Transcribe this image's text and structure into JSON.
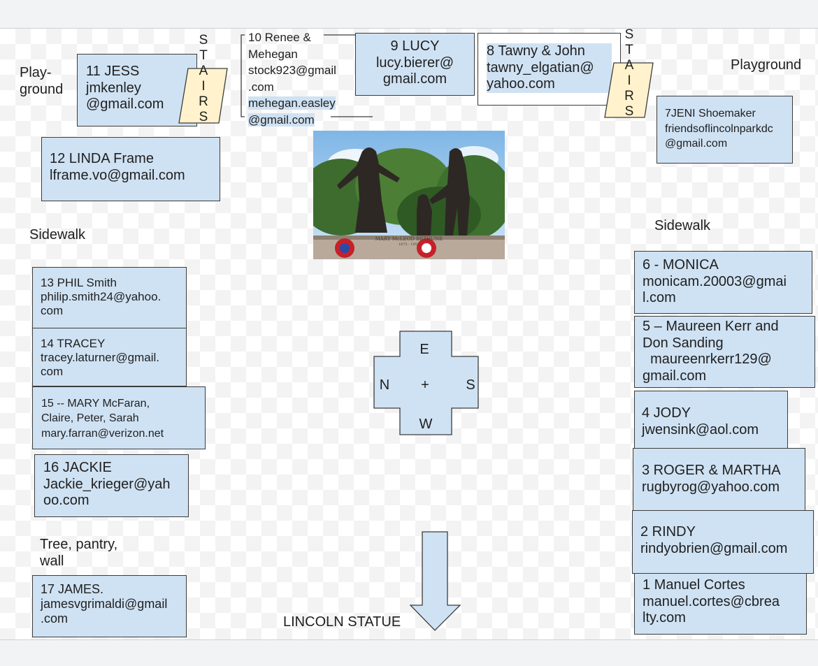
{
  "areas": {
    "playground_left": "Play-\nground",
    "playground_right": "Playground",
    "sidewalk_left": "Sidewalk",
    "sidewalk_right": "Sidewalk",
    "tree_pantry": "Tree, pantry,\nwall",
    "lincoln_statue": "LINCOLN STATUE"
  },
  "stairs_letters": [
    "S",
    "T",
    "A",
    "I",
    "R",
    "S"
  ],
  "compass": {
    "e": "E",
    "n": "N",
    "s": "S",
    "w": "W",
    "center": "+"
  },
  "photo": {
    "subject": "Mary McLeod Bethune statue",
    "plaque_name": "MARY McLEOD BETHUNE",
    "plaque_years": "1875 - 1955"
  },
  "colors": {
    "box_fill": "#cfe2f3",
    "stairs_fill": "#fff2cc"
  },
  "plots": [
    {
      "id": "p1",
      "lines": [
        "1 Manuel Cortes",
        "manuel.cortes@cbrea",
        "lty.com"
      ]
    },
    {
      "id": "p2",
      "lines": [
        "2 RINDY",
        "rindyobrien@gmail.com"
      ]
    },
    {
      "id": "p3",
      "lines": [
        "3 ROGER & MARTHA",
        "rugbyrog@yahoo.com"
      ]
    },
    {
      "id": "p4",
      "lines": [
        "4 JODY",
        "jwensink@aol.com"
      ]
    },
    {
      "id": "p5",
      "lines": [
        "5 – Maureen Kerr and",
        "Don Sanding",
        "  maureenrkerr129@",
        "gmail.com"
      ]
    },
    {
      "id": "p6",
      "lines": [
        "6 - MONICA",
        "monicam.20003@gmai",
        "l.com"
      ]
    },
    {
      "id": "p7",
      "lines": [
        "7JENI Shoemaker",
        "friendsoflincolnparkdc",
        "@gmail.com"
      ]
    },
    {
      "id": "p8",
      "lines": [
        "8 Tawny & John",
        "tawny_elgatian@",
        "yahoo.com"
      ]
    },
    {
      "id": "p9",
      "lines": [
        "9 LUCY",
        "lucy.bierer@",
        "gmail.com"
      ]
    },
    {
      "id": "p10",
      "lines": [
        "10  Renee &",
        "Mehegan",
        "stock923@gmail",
        ".com",
        "mehegan.easley",
        "@gmail.com"
      ]
    },
    {
      "id": "p11",
      "lines": [
        "11 JESS",
        "jmkenley",
        "@gmail.com"
      ]
    },
    {
      "id": "p12",
      "lines": [
        "12 LINDA Frame",
        "lframe.vo@gmail.com"
      ]
    },
    {
      "id": "p13",
      "lines": [
        "13 PHIL Smith",
        "philip.smith24@yahoo.",
        "com"
      ]
    },
    {
      "id": "p14",
      "lines": [
        "14 TRACEY",
        "tracey.laturner@gmail.",
        "com"
      ]
    },
    {
      "id": "p15",
      "lines": [
        "15 -- MARY McFaran,",
        "Claire, Peter, Sarah",
        "mary.farran@verizon.net"
      ]
    },
    {
      "id": "p16",
      "lines": [
        "16 JACKIE",
        "Jackie_krieger@yah",
        "oo.com"
      ]
    },
    {
      "id": "p17",
      "lines": [
        "17 JAMES.",
        "jamesvgrimaldi@gmail",
        ".com"
      ]
    }
  ]
}
